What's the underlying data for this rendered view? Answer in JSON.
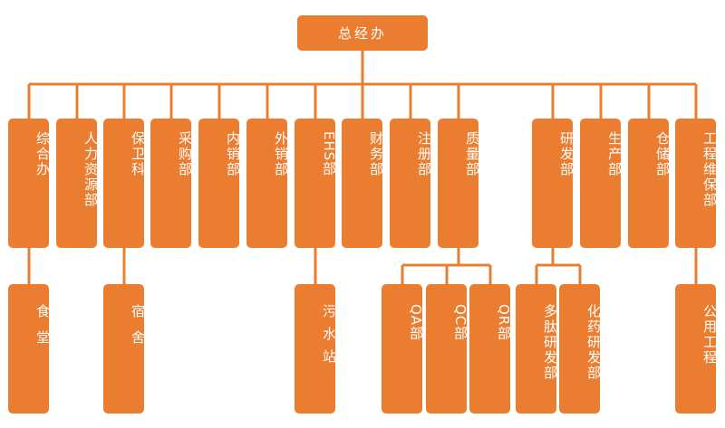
{
  "root": {
    "label": "总经办"
  },
  "departments": [
    {
      "label": "综合办"
    },
    {
      "label": "人力资源部"
    },
    {
      "label": "保卫科"
    },
    {
      "label": "采购部"
    },
    {
      "label": "内销部"
    },
    {
      "label": "外销部"
    },
    {
      "label": "EHS部"
    },
    {
      "label": "财务部"
    },
    {
      "label": "注册部"
    },
    {
      "label": "质量部"
    },
    {
      "label": "研发部"
    },
    {
      "label": "生产部"
    },
    {
      "label": "仓储部"
    },
    {
      "label": "工程维保部"
    }
  ],
  "sub_units": {
    "canteen": {
      "label": "食堂"
    },
    "dormitory": {
      "label": "宿舍"
    },
    "sewage_station": {
      "label": "污水站"
    },
    "qa": {
      "label": "QA部"
    },
    "qc": {
      "label": "QC部"
    },
    "qr": {
      "label": "QR部"
    },
    "polypeptide_rd": {
      "label": "多肽研发部"
    },
    "chemical_drug_rd": {
      "label": "化药研发部"
    },
    "public_engineering": {
      "label": "公用工程"
    }
  },
  "colors": {
    "box": "#EB7D31",
    "line": "#EB7D31",
    "text": "#FFFFFF"
  }
}
